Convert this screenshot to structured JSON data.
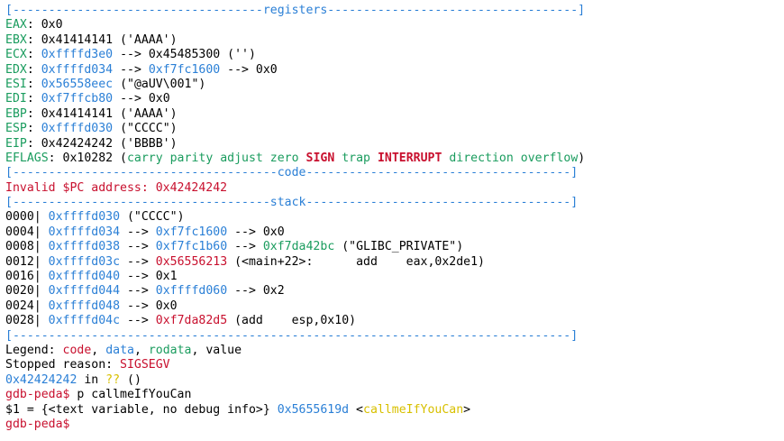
{
  "colors": {
    "register_name": "#1a9c5e",
    "address": "#2a7fd6",
    "code": "#c8102e",
    "separator": "#2a7fd6",
    "unknown": "#d8c000"
  },
  "lines": [
    {
      "name": "section-header-registers",
      "segments": [
        {
          "t": "[-----------------------------------registers-----------------------------------]",
          "c": "sep"
        }
      ]
    },
    {
      "name": "register-eax",
      "segments": [
        {
          "t": "EAX",
          "c": "green"
        },
        {
          "t": ": 0x0"
        }
      ]
    },
    {
      "name": "register-ebx",
      "segments": [
        {
          "t": "EBX",
          "c": "green"
        },
        {
          "t": ": 0x41414141 ('AAAA')"
        }
      ]
    },
    {
      "name": "register-ecx",
      "segments": [
        {
          "t": "ECX",
          "c": "green"
        },
        {
          "t": ": "
        },
        {
          "t": "0xffffd3e0",
          "c": "blue"
        },
        {
          "t": " --> 0x45485300 ('')"
        }
      ]
    },
    {
      "name": "register-edx",
      "segments": [
        {
          "t": "EDX",
          "c": "green"
        },
        {
          "t": ": "
        },
        {
          "t": "0xffffd034",
          "c": "blue"
        },
        {
          "t": " --> "
        },
        {
          "t": "0xf7fc1600",
          "c": "blue"
        },
        {
          "t": " --> 0x0"
        }
      ]
    },
    {
      "name": "register-esi",
      "segments": [
        {
          "t": "ESI",
          "c": "green"
        },
        {
          "t": ": "
        },
        {
          "t": "0x56558eec",
          "c": "blue"
        },
        {
          "t": " (\"@aUV\\001\")"
        }
      ]
    },
    {
      "name": "register-edi",
      "segments": [
        {
          "t": "EDI",
          "c": "green"
        },
        {
          "t": ": "
        },
        {
          "t": "0xf7ffcb80",
          "c": "blue"
        },
        {
          "t": " --> 0x0"
        }
      ]
    },
    {
      "name": "register-ebp",
      "segments": [
        {
          "t": "EBP",
          "c": "green"
        },
        {
          "t": ": 0x41414141 ('AAAA')"
        }
      ]
    },
    {
      "name": "register-esp",
      "segments": [
        {
          "t": "ESP",
          "c": "green"
        },
        {
          "t": ": "
        },
        {
          "t": "0xffffd030",
          "c": "blue"
        },
        {
          "t": " (\"CCCC\")"
        }
      ]
    },
    {
      "name": "register-eip",
      "segments": [
        {
          "t": "EIP",
          "c": "green"
        },
        {
          "t": ": 0x42424242 ('BBBB')"
        }
      ]
    },
    {
      "name": "register-eflags",
      "segments": [
        {
          "t": "EFLAGS",
          "c": "green"
        },
        {
          "t": ": 0x10282 ("
        },
        {
          "t": "carry parity adjust zero",
          "c": "green"
        },
        {
          "t": " "
        },
        {
          "t": "SIGN",
          "c": "redb"
        },
        {
          "t": " "
        },
        {
          "t": "trap",
          "c": "green"
        },
        {
          "t": " "
        },
        {
          "t": "INTERRUPT",
          "c": "redb"
        },
        {
          "t": " "
        },
        {
          "t": "direction overflow",
          "c": "green"
        },
        {
          "t": ")"
        }
      ]
    },
    {
      "name": "section-header-code",
      "segments": [
        {
          "t": "[-------------------------------------code-------------------------------------]",
          "c": "sep"
        }
      ]
    },
    {
      "name": "code-invalid-pc",
      "segments": [
        {
          "t": "Invalid $PC address: 0x42424242",
          "c": "red"
        }
      ]
    },
    {
      "name": "section-header-stack",
      "segments": [
        {
          "t": "[------------------------------------stack-------------------------------------]",
          "c": "sep"
        }
      ]
    },
    {
      "name": "stack-0000",
      "segments": [
        {
          "t": "0000| "
        },
        {
          "t": "0xffffd030",
          "c": "blue"
        },
        {
          "t": " (\"CCCC\")"
        }
      ]
    },
    {
      "name": "stack-0004",
      "segments": [
        {
          "t": "0004| "
        },
        {
          "t": "0xffffd034",
          "c": "blue"
        },
        {
          "t": " --> "
        },
        {
          "t": "0xf7fc1600",
          "c": "blue"
        },
        {
          "t": " --> 0x0"
        }
      ]
    },
    {
      "name": "stack-0008",
      "segments": [
        {
          "t": "0008| "
        },
        {
          "t": "0xffffd038",
          "c": "blue"
        },
        {
          "t": " --> "
        },
        {
          "t": "0xf7fc1b60",
          "c": "blue"
        },
        {
          "t": " --> "
        },
        {
          "t": "0xf7da42bc",
          "c": "green"
        },
        {
          "t": " (\"GLIBC_PRIVATE\")"
        }
      ]
    },
    {
      "name": "stack-0012",
      "segments": [
        {
          "t": "0012| "
        },
        {
          "t": "0xffffd03c",
          "c": "blue"
        },
        {
          "t": " --> "
        },
        {
          "t": "0x56556213",
          "c": "red"
        },
        {
          "t": " (<main+22>:      add    eax,0x2de1)"
        }
      ]
    },
    {
      "name": "stack-0016",
      "segments": [
        {
          "t": "0016| "
        },
        {
          "t": "0xffffd040",
          "c": "blue"
        },
        {
          "t": " --> 0x1"
        }
      ]
    },
    {
      "name": "stack-0020",
      "segments": [
        {
          "t": "0020| "
        },
        {
          "t": "0xffffd044",
          "c": "blue"
        },
        {
          "t": " --> "
        },
        {
          "t": "0xffffd060",
          "c": "blue"
        },
        {
          "t": " --> 0x2"
        }
      ]
    },
    {
      "name": "stack-0024",
      "segments": [
        {
          "t": "0024| "
        },
        {
          "t": "0xffffd048",
          "c": "blue"
        },
        {
          "t": " --> 0x0"
        }
      ]
    },
    {
      "name": "stack-0028",
      "segments": [
        {
          "t": "0028| "
        },
        {
          "t": "0xffffd04c",
          "c": "blue"
        },
        {
          "t": " --> "
        },
        {
          "t": "0xf7da82d5",
          "c": "red"
        },
        {
          "t": " (add    esp,0x10)"
        }
      ]
    },
    {
      "name": "section-footer",
      "segments": [
        {
          "t": "[------------------------------------------------------------------------------]",
          "c": "sep"
        }
      ]
    },
    {
      "name": "legend-line",
      "segments": [
        {
          "t": "Legend: "
        },
        {
          "t": "code",
          "c": "red"
        },
        {
          "t": ", "
        },
        {
          "t": "data",
          "c": "blue"
        },
        {
          "t": ", "
        },
        {
          "t": "rodata",
          "c": "green"
        },
        {
          "t": ", value"
        }
      ]
    },
    {
      "name": "stopped-reason-line",
      "segments": [
        {
          "t": "Stopped reason: "
        },
        {
          "t": "SIGSEGV",
          "c": "red"
        }
      ]
    },
    {
      "name": "crash-location-line",
      "segments": [
        {
          "t": "0x42424242",
          "c": "blue"
        },
        {
          "t": " in "
        },
        {
          "t": "??",
          "c": "yellow"
        },
        {
          "t": " ()"
        }
      ]
    },
    {
      "name": "prompt-command-line",
      "segments": [
        {
          "t": "gdb-peda$",
          "c": "red"
        },
        {
          "t": " p callmeIfYouCan"
        }
      ]
    },
    {
      "name": "print-result-line",
      "segments": [
        {
          "t": "$1 = {<text variable, no debug info>} "
        },
        {
          "t": "0x5655619d",
          "c": "blue"
        },
        {
          "t": " <"
        },
        {
          "t": "callmeIfYouCan",
          "c": "yellow"
        },
        {
          "t": ">"
        }
      ]
    },
    {
      "name": "prompt-empty-line",
      "segments": [
        {
          "t": "gdb-peda$",
          "c": "red"
        }
      ]
    }
  ]
}
